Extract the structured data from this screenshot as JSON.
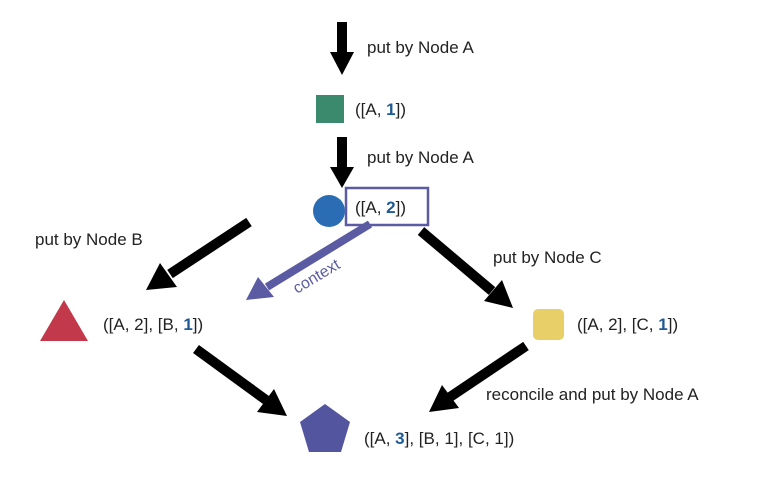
{
  "colors": {
    "arrow": "#000000",
    "context": "#5b5ba3",
    "square": "#3c8a6e",
    "circle": "#2a6db5",
    "triangle": "#c1394a",
    "yellow_square": "#e8cf68",
    "pentagon": "#53559e",
    "counter": "#1f5a96",
    "highlight_box": "#5b5ba3"
  },
  "shapes": {
    "square": "square",
    "circle": "circle",
    "triangle": "triangle",
    "yellow_square": "rounded-square",
    "pentagon": "pentagon"
  },
  "labels": {
    "put_a_1": "put by Node A",
    "put_a_2": "put by Node A",
    "put_b": "put by Node B",
    "put_c": "put by Node C",
    "reconcile": "reconcile and put by Node A",
    "context": "context"
  },
  "clocks": {
    "v1": {
      "prefix": "([A, ",
      "count": "1",
      "suffix": "])"
    },
    "v2": {
      "prefix": "([A, ",
      "count": "2",
      "suffix": "])"
    },
    "vb": {
      "prefix": "([A, 2], [B, ",
      "count": "1",
      "suffix": "])"
    },
    "vc": {
      "prefix": "([A, 2], [C, ",
      "count": "1",
      "suffix": "])"
    },
    "vr": {
      "prefix": "([A, ",
      "count": "3",
      "suffix": "], [B, 1], [C, 1])"
    }
  }
}
